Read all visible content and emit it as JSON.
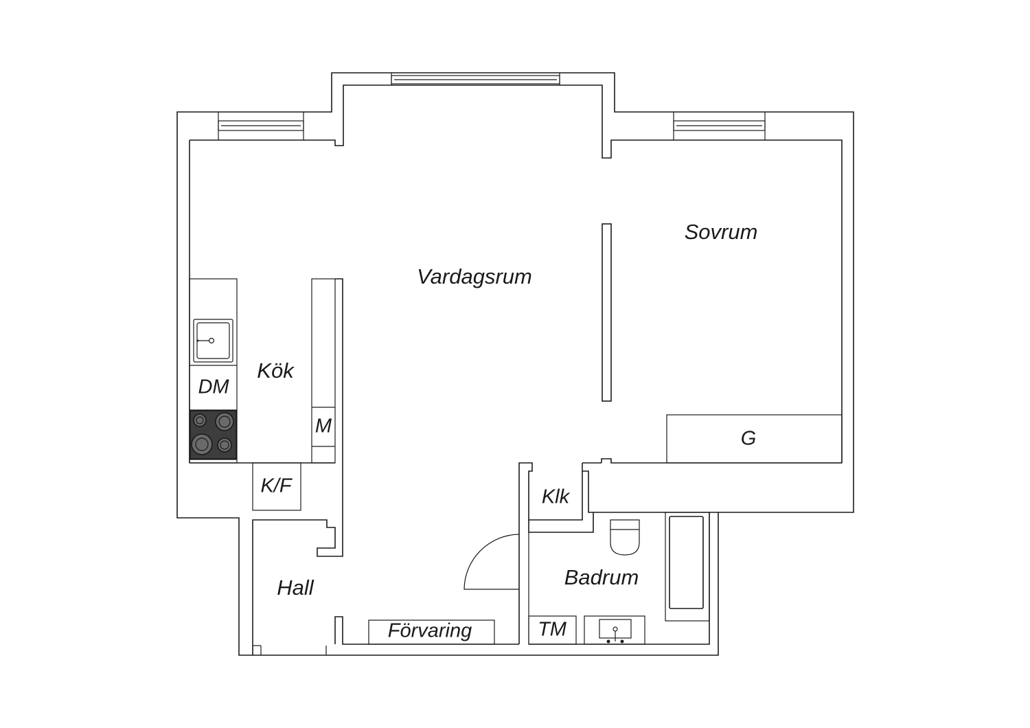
{
  "rooms": {
    "vardagsrum": "Vardagsrum",
    "sovrum": "Sovrum",
    "kok": "Kök",
    "hall": "Hall",
    "badrum": "Badrum"
  },
  "fixtures": {
    "diskmaskin": "DM",
    "mikro": "M",
    "kyl_frys": "K/F",
    "garderob": "G",
    "klk": "Klk",
    "forvaring": "Förvaring",
    "tvattmaskin": "TM"
  },
  "colors": {
    "line": "#1a1a1a",
    "stove": "#3d3d3d",
    "background": "#ffffff"
  }
}
